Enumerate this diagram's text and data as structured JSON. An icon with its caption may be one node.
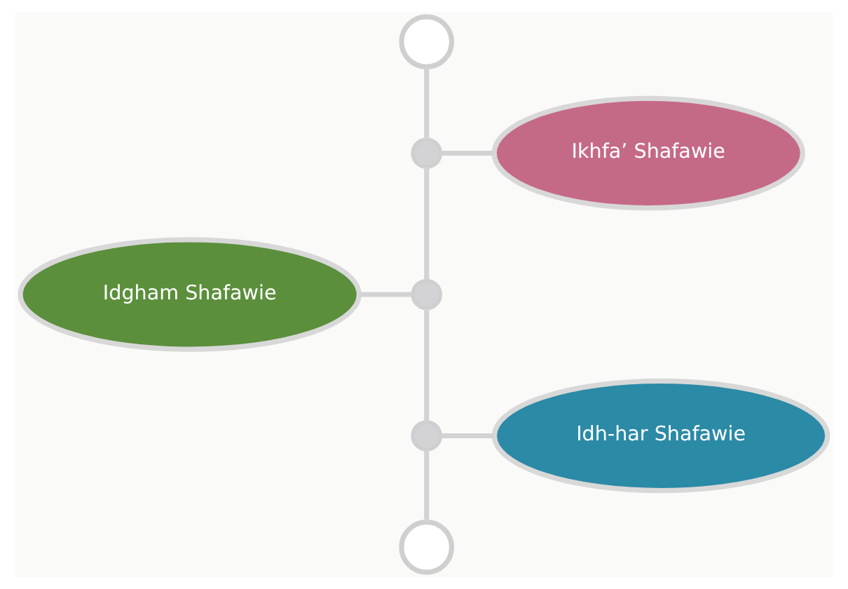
{
  "diagram": {
    "nodes": [
      {
        "text": [],
        "shape": "circle"
      },
      {
        "text": [],
        "shape": "circle"
      },
      {
        "text": [
          "Ikhfa’ Shafawie"
        ]
      },
      {
        "text": [
          "Idgham Shafawie"
        ]
      },
      {
        "text": [],
        "shape": "circle"
      },
      {
        "text": [],
        "shape": "circle"
      },
      {
        "text": [
          "Idh-har Shafawie"
        ]
      },
      {
        "text": [],
        "shape": "circle"
      }
    ],
    "edges": [
      {
        "from": 0,
        "to": 1,
        "arrow": "none"
      },
      {
        "from": 1,
        "to": 4,
        "arrow": "none"
      },
      {
        "from": 4,
        "to": 5,
        "arrow": "none"
      },
      {
        "from": 5,
        "to": 7,
        "arrow": "none"
      },
      {
        "from": 1,
        "to": 2,
        "arrow": "none"
      },
      {
        "from": 3,
        "to": 4,
        "arrow": "none"
      },
      {
        "from": 5,
        "to": 6,
        "arrow": "none"
      }
    ]
  }
}
